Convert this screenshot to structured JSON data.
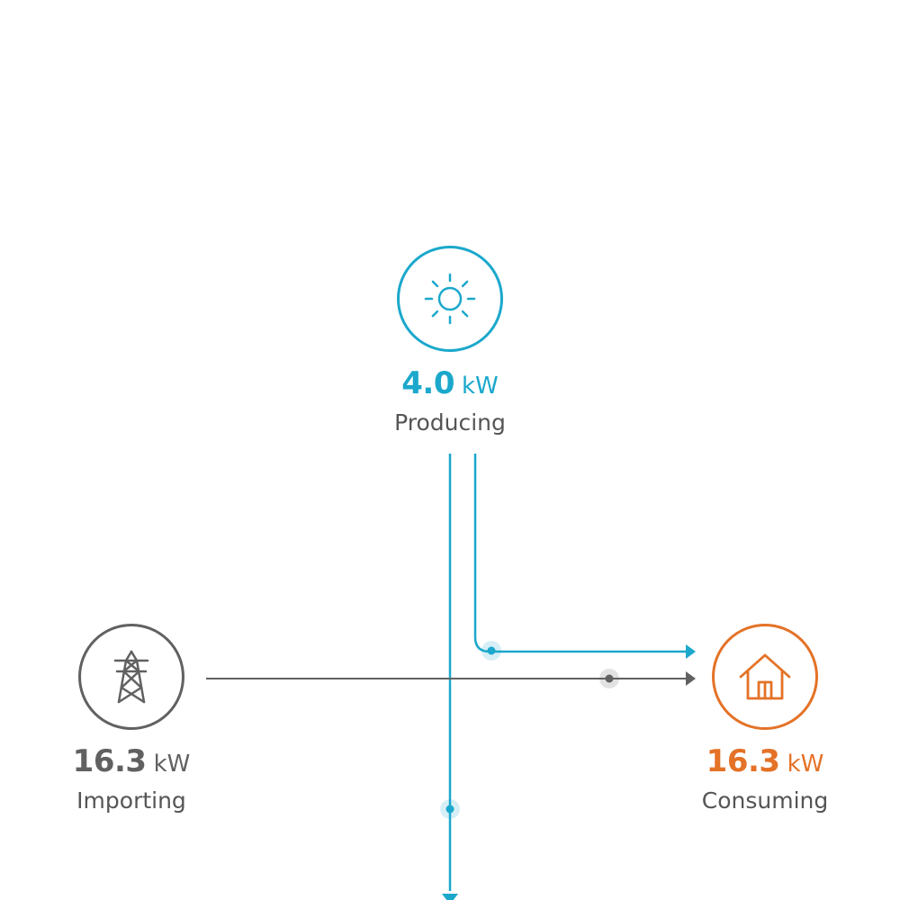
{
  "colors": {
    "solar": "#1ba8cc",
    "grid": "#616161",
    "home": "#e47227",
    "label": "#555555"
  },
  "nodes": {
    "solar": {
      "icon": "sun-icon",
      "value": "4.0",
      "unit": "kW",
      "label": "Producing"
    },
    "grid": {
      "icon": "power-tower-icon",
      "value": "16.3",
      "unit": "kW",
      "label": "Importing"
    },
    "home": {
      "icon": "house-icon",
      "value": "16.3",
      "unit": "kW",
      "label": "Consuming"
    }
  }
}
